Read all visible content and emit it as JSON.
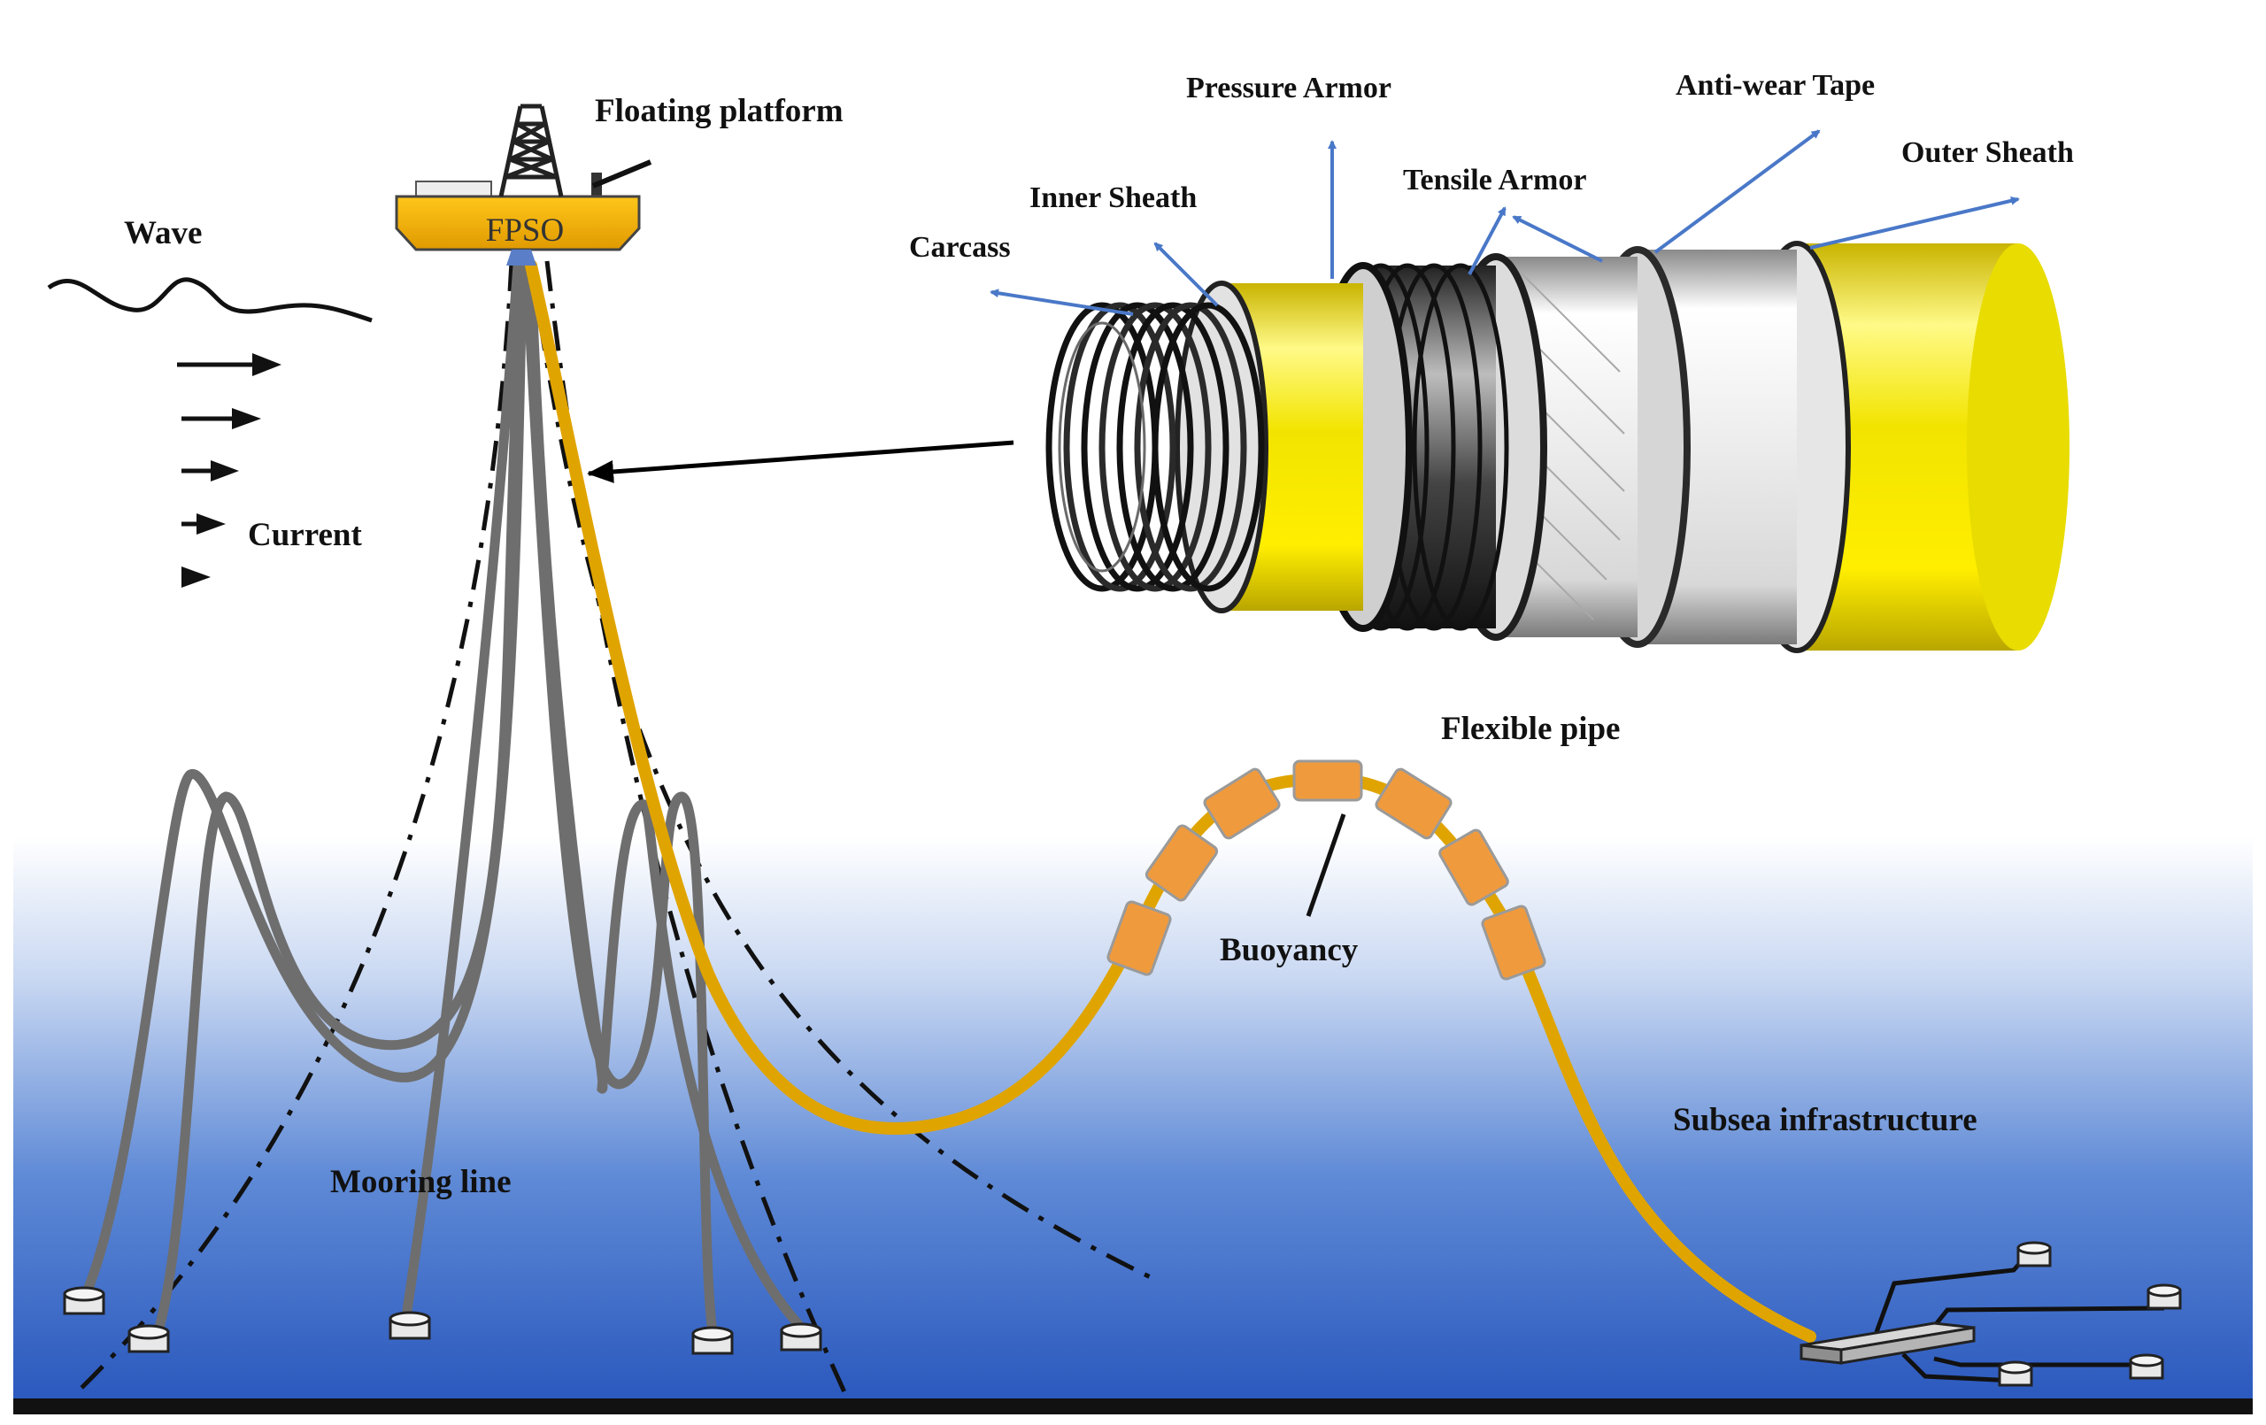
{
  "labels": {
    "floating_platform": "Floating platform",
    "fpso": "FPSO",
    "wave": "Wave",
    "current": "Current",
    "carcass": "Carcass",
    "inner_sheath": "Inner Sheath",
    "pressure_armor": "Pressure Armor",
    "tensile_armor": "Tensile Armor",
    "anti_wear_tape": "Anti-wear Tape",
    "outer_sheath": "Outer Sheath",
    "flexible_pipe": "Flexible pipe",
    "buoyancy": "Buoyancy",
    "subsea_infrastructure": "Subsea infrastructure",
    "mooring_line": "Mooring line"
  },
  "colors": {
    "sea_top": "#ffffff",
    "sea_bottom": "#2a5cc0",
    "seabed": "#111111",
    "riser": "#e0a400",
    "buoyancy": "#f09a3e",
    "mooring": "#6e6e6e",
    "pipe_yellow": "#f2e400",
    "callout_arrow": "#4a78c8",
    "fpso_hull": "#f5b400"
  },
  "icons": {
    "platform": "fpso-vessel-icon",
    "derrick": "derrick-tower-icon",
    "anchor": "anchor-block-icon",
    "manifold": "subsea-manifold-icon"
  }
}
